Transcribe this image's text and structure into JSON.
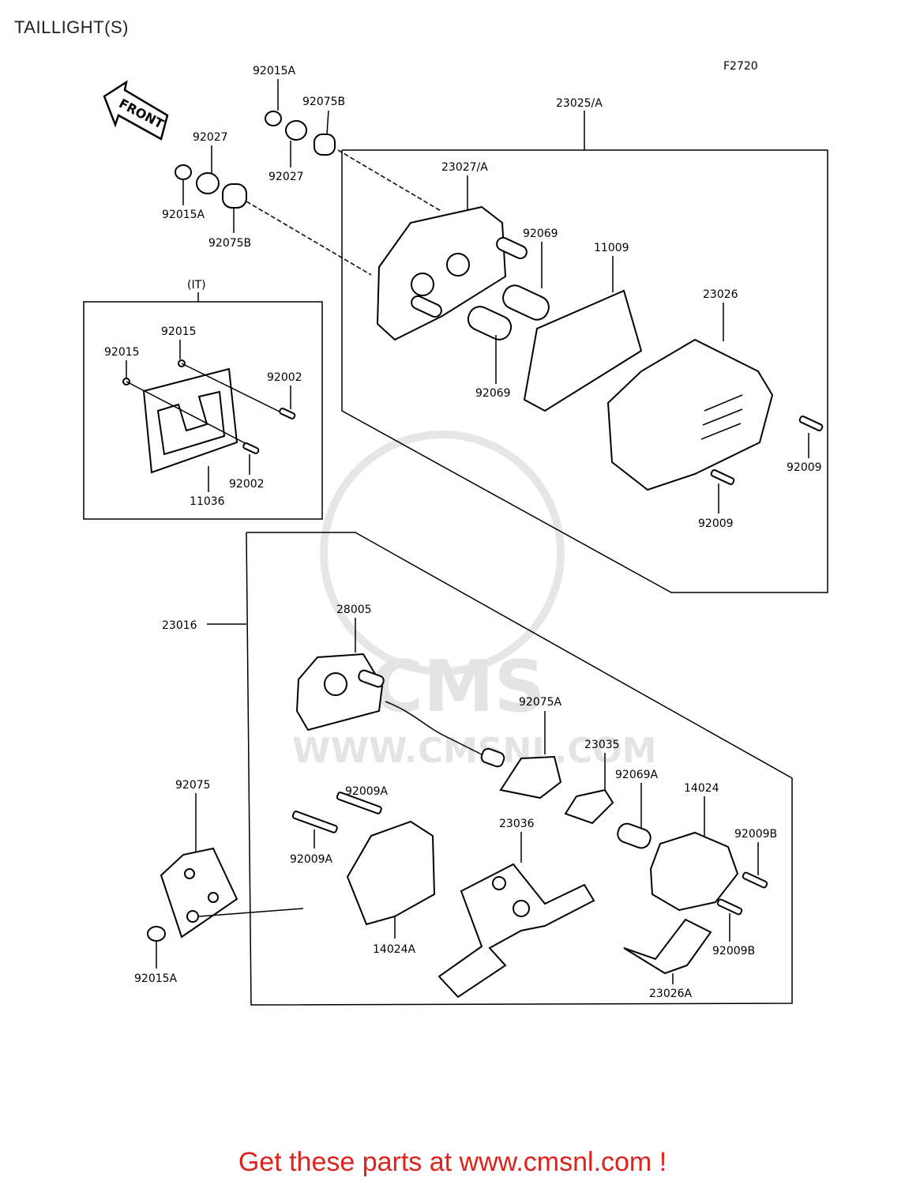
{
  "page": {
    "title": "TAILLIGHT(S)",
    "figure_code": "F2720",
    "footer": "Get these parts at www.cmsnl.com !",
    "front_arrow_text": "FRONT",
    "inset_label": "(IT)",
    "watermark_brand": "CMS",
    "watermark_url": "WWW.CMSNL.COM"
  },
  "parts": {
    "p92015A_top": "92015A",
    "p92075B_top": "92075B",
    "p92027_top": "92027",
    "p92027_left": "92027",
    "p92015A_left": "92015A",
    "p92075B_left": "92075B",
    "p23025A": "23025/A",
    "p23027A": "23027/A",
    "p92069_top": "92069",
    "p11009": "11009",
    "p23026": "23026",
    "p92069_bottom": "92069",
    "p92009_right": "92009",
    "p92009_bottom": "92009",
    "p92015_inset_a": "92015",
    "p92015_inset_b": "92015",
    "p92002_a": "92002",
    "p92002_b": "92002",
    "p11036": "11036",
    "p23016": "23016",
    "p28005": "28005",
    "p92075A": "92075A",
    "p23035": "23035",
    "p92069A": "92069A",
    "p14024": "14024",
    "p92009A_a": "92009A",
    "p92009A_b": "92009A",
    "p23036": "23036",
    "p92009B_a": "92009B",
    "p92009B_b": "92009B",
    "p92075": "92075",
    "p14024A": "14024A",
    "p23026A": "23026A",
    "p92015A_bottom": "92015A"
  }
}
